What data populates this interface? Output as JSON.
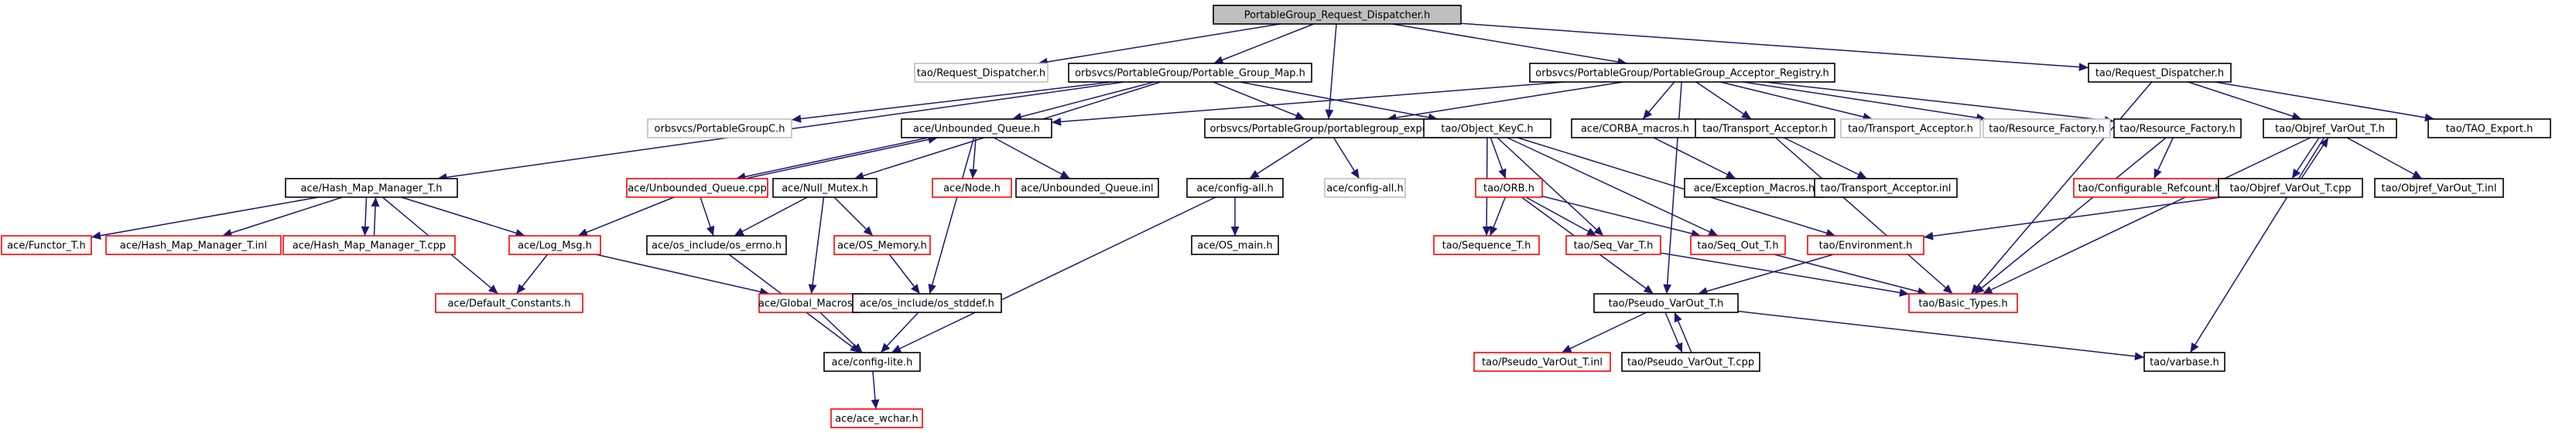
{
  "diagram": {
    "colors": {
      "edge": "#191970",
      "box_default": "#000000",
      "box_missing": "#ff0000",
      "box_external": "#bfbfbf",
      "root_fill": "#bfbfbf",
      "text": "#000000"
    },
    "nodes": [
      {
        "id": "root",
        "label": "PortableGroup_Request_Dispatcher.h",
        "style": "root"
      },
      {
        "id": "tao_rd_ext",
        "label": "tao/Request_Dispatcher.h",
        "style": "external"
      },
      {
        "id": "pg_map",
        "label": "orbsvcs/PortableGroup/Portable_Group_Map.h",
        "style": "default"
      },
      {
        "id": "pg_acc",
        "label": "orbsvcs/PortableGroup/PortableGroup_Acceptor_Registry.h",
        "style": "default"
      },
      {
        "id": "tao_rd",
        "label": "tao/Request_Dispatcher.h",
        "style": "default"
      },
      {
        "id": "pgc",
        "label": "orbsvcs/PortableGroupC.h",
        "style": "external"
      },
      {
        "id": "unb_q",
        "label": "ace/Unbounded_Queue.h",
        "style": "default"
      },
      {
        "id": "pg_export",
        "label": "orbsvcs/PortableGroup/portablegroup_export.h",
        "style": "default"
      },
      {
        "id": "objkey",
        "label": "tao/Object_KeyC.h",
        "style": "default"
      },
      {
        "id": "corba_macros",
        "label": "ace/CORBA_macros.h",
        "style": "default"
      },
      {
        "id": "tr_acc",
        "label": "tao/Transport_Acceptor.h",
        "style": "default"
      },
      {
        "id": "tr_acc_ext",
        "label": "tao/Transport_Acceptor.h",
        "style": "external"
      },
      {
        "id": "res_fac_ext",
        "label": "tao/Resource_Factory.h",
        "style": "external"
      },
      {
        "id": "res_fac",
        "label": "tao/Resource_Factory.h",
        "style": "default"
      },
      {
        "id": "objref",
        "label": "tao/Objref_VarOut_T.h",
        "style": "default"
      },
      {
        "id": "tao_export",
        "label": "tao/TAO_Export.h",
        "style": "default"
      },
      {
        "id": "hmm",
        "label": "ace/Hash_Map_Manager_T.h",
        "style": "default"
      },
      {
        "id": "unb_q_cpp",
        "label": "ace/Unbounded_Queue.cpp",
        "style": "missing"
      },
      {
        "id": "null_mutex",
        "label": "ace/Null_Mutex.h",
        "style": "default"
      },
      {
        "id": "node_h",
        "label": "ace/Node.h",
        "style": "missing"
      },
      {
        "id": "unb_q_inl",
        "label": "ace/Unbounded_Queue.inl",
        "style": "default"
      },
      {
        "id": "config_all",
        "label": "ace/config-all.h",
        "style": "default"
      },
      {
        "id": "config_all_ext",
        "label": "ace/config-all.h",
        "style": "external"
      },
      {
        "id": "orb_h",
        "label": "tao/ORB.h",
        "style": "missing"
      },
      {
        "id": "exc_macros",
        "label": "ace/Exception_Macros.h",
        "style": "default"
      },
      {
        "id": "tr_acc_inl",
        "label": "tao/Transport_Acceptor.inl",
        "style": "default"
      },
      {
        "id": "conf_ref",
        "label": "tao/Configurable_Refcount.h",
        "style": "missing"
      },
      {
        "id": "objref_cpp",
        "label": "tao/Objref_VarOut_T.cpp",
        "style": "default"
      },
      {
        "id": "objref_inl",
        "label": "tao/Objref_VarOut_T.inl",
        "style": "default"
      },
      {
        "id": "functor",
        "label": "ace/Functor_T.h",
        "style": "missing"
      },
      {
        "id": "hmm_inl",
        "label": "ace/Hash_Map_Manager_T.inl",
        "style": "missing"
      },
      {
        "id": "hmm_cpp",
        "label": "ace/Hash_Map_Manager_T.cpp",
        "style": "missing"
      },
      {
        "id": "log_msg",
        "label": "ace/Log_Msg.h",
        "style": "missing"
      },
      {
        "id": "os_errno",
        "label": "ace/os_include/os_errno.h",
        "style": "default"
      },
      {
        "id": "os_memory",
        "label": "ace/OS_Memory.h",
        "style": "missing"
      },
      {
        "id": "os_main",
        "label": "ace/OS_main.h",
        "style": "default"
      },
      {
        "id": "seq_t",
        "label": "tao/Sequence_T.h",
        "style": "missing"
      },
      {
        "id": "seq_var",
        "label": "tao/Seq_Var_T.h",
        "style": "missing"
      },
      {
        "id": "seq_out",
        "label": "tao/Seq_Out_T.h",
        "style": "missing"
      },
      {
        "id": "environment",
        "label": "tao/Environment.h",
        "style": "missing"
      },
      {
        "id": "default_const",
        "label": "ace/Default_Constants.h",
        "style": "missing"
      },
      {
        "id": "global_macros",
        "label": "ace/Global_Macros.h",
        "style": "missing"
      },
      {
        "id": "os_stddef",
        "label": "ace/os_include/os_stddef.h",
        "style": "default"
      },
      {
        "id": "pseudo",
        "label": "tao/Pseudo_VarOut_T.h",
        "style": "default"
      },
      {
        "id": "basic_types",
        "label": "tao/Basic_Types.h",
        "style": "missing"
      },
      {
        "id": "config_lite",
        "label": "ace/config-lite.h",
        "style": "default"
      },
      {
        "id": "pseudo_inl",
        "label": "tao/Pseudo_VarOut_T.inl",
        "style": "missing"
      },
      {
        "id": "pseudo_cpp",
        "label": "tao/Pseudo_VarOut_T.cpp",
        "style": "default"
      },
      {
        "id": "varbase",
        "label": "tao/varbase.h",
        "style": "default"
      },
      {
        "id": "ace_wchar",
        "label": "ace/ace_wchar.h",
        "style": "missing"
      }
    ],
    "edges": [
      [
        "root",
        "tao_rd_ext"
      ],
      [
        "root",
        "pg_map"
      ],
      [
        "root",
        "pg_export"
      ],
      [
        "root",
        "pg_acc"
      ],
      [
        "root",
        "tao_rd"
      ],
      [
        "pg_map",
        "pgc"
      ],
      [
        "pg_map",
        "unb_q"
      ],
      [
        "pg_map",
        "pg_export"
      ],
      [
        "pg_map",
        "objkey"
      ],
      [
        "pg_map",
        "hmm"
      ],
      [
        "pg_map",
        "null_mutex"
      ],
      [
        "pg_acc",
        "unb_q"
      ],
      [
        "pg_acc",
        "pg_export"
      ],
      [
        "pg_acc",
        "corba_macros"
      ],
      [
        "pg_acc",
        "tr_acc"
      ],
      [
        "pg_acc",
        "tr_acc_ext"
      ],
      [
        "pg_acc",
        "res_fac_ext"
      ],
      [
        "pg_acc",
        "res_fac"
      ],
      [
        "pg_acc",
        "pseudo"
      ],
      [
        "tao_rd",
        "objref"
      ],
      [
        "tao_rd",
        "tao_export"
      ],
      [
        "tao_rd",
        "basic_types"
      ],
      [
        "unb_q",
        "unb_q_cpp"
      ],
      [
        "unb_q",
        "node_h"
      ],
      [
        "unb_q",
        "unb_q_inl"
      ],
      [
        "unb_q",
        "os_stddef"
      ],
      [
        "unb_q_cpp",
        "unb_q"
      ],
      [
        "pg_export",
        "config_all"
      ],
      [
        "pg_export",
        "config_all_ext"
      ],
      [
        "objkey",
        "orb_h"
      ],
      [
        "objkey",
        "seq_t"
      ],
      [
        "objkey",
        "seq_var"
      ],
      [
        "objkey",
        "seq_out"
      ],
      [
        "objkey",
        "environment"
      ],
      [
        "corba_macros",
        "exc_macros"
      ],
      [
        "tr_acc",
        "tr_acc_inl"
      ],
      [
        "tr_acc",
        "basic_types"
      ],
      [
        "res_fac",
        "conf_ref"
      ],
      [
        "res_fac",
        "basic_types"
      ],
      [
        "objref",
        "objref_cpp"
      ],
      [
        "objref",
        "objref_inl"
      ],
      [
        "objref",
        "basic_types"
      ],
      [
        "objref",
        "varbase"
      ],
      [
        "objref_cpp",
        "objref"
      ],
      [
        "objref_cpp",
        "environment"
      ],
      [
        "hmm",
        "functor"
      ],
      [
        "hmm",
        "hmm_inl"
      ],
      [
        "hmm",
        "hmm_cpp"
      ],
      [
        "hmm",
        "log_msg"
      ],
      [
        "hmm",
        "default_const"
      ],
      [
        "hmm_cpp",
        "hmm"
      ],
      [
        "unb_q_cpp",
        "log_msg"
      ],
      [
        "unb_q_cpp",
        "os_errno"
      ],
      [
        "null_mutex",
        "os_errno"
      ],
      [
        "null_mutex",
        "os_memory"
      ],
      [
        "null_mutex",
        "global_macros"
      ],
      [
        "log_msg",
        "default_const"
      ],
      [
        "log_msg",
        "global_macros"
      ],
      [
        "os_errno",
        "config_lite"
      ],
      [
        "os_memory",
        "os_stddef"
      ],
      [
        "global_macros",
        "config_lite"
      ],
      [
        "os_stddef",
        "config_lite"
      ],
      [
        "config_all",
        "os_main"
      ],
      [
        "config_all",
        "config_lite"
      ],
      [
        "orb_h",
        "seq_t"
      ],
      [
        "orb_h",
        "seq_var"
      ],
      [
        "orb_h",
        "seq_out"
      ],
      [
        "orb_h",
        "pseudo"
      ],
      [
        "seq_var",
        "basic_types"
      ],
      [
        "seq_out",
        "basic_types"
      ],
      [
        "environment",
        "pseudo"
      ],
      [
        "pseudo",
        "pseudo_inl"
      ],
      [
        "pseudo",
        "pseudo_cpp"
      ],
      [
        "pseudo",
        "varbase"
      ],
      [
        "pseudo_cpp",
        "pseudo"
      ],
      [
        "config_lite",
        "ace_wchar"
      ]
    ]
  }
}
